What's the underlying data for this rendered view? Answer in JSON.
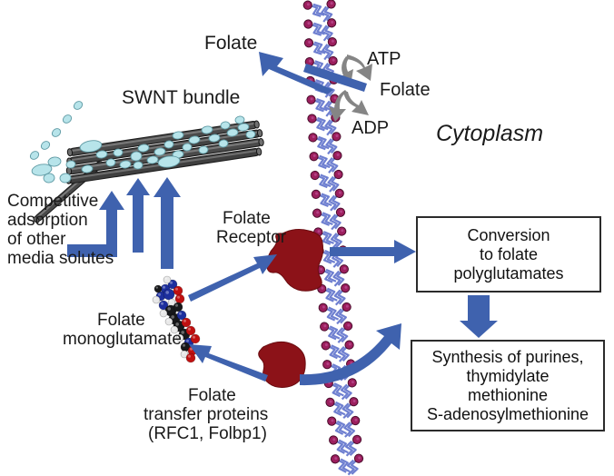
{
  "figure": {
    "title": "Folate uptake and SWNT competitive adsorption schematic",
    "background_color": "#ffffff",
    "colors": {
      "arrow_blue": "#3f62ae",
      "arrow_gray": "#858585",
      "receptor_maroon": "#8c1218",
      "membrane_head": "#9c1f5e",
      "membrane_tail": "#6e7fd0",
      "swnt_tube": "#4a4a4a",
      "swnt_adsorbate": "#b7e4ea",
      "text": "#1a1a1a",
      "box_border": "#2b2b2b"
    }
  },
  "labels": {
    "folate_efflux": "Folate",
    "swnt_bundle": "SWNT bundle",
    "atp": "ATP",
    "folate_pump": "Folate",
    "adp": "ADP",
    "cytoplasm": "Cytoplasm",
    "competitive_line1": "Competitive",
    "competitive_line2": "adsorption",
    "competitive_line3": "of other",
    "competitive_line4": "media solutes",
    "folate_receptor_line1": "Folate",
    "folate_receptor_line2": "Receptor",
    "folate_monoglutamate_line1": "Folate",
    "folate_monoglutamate_line2": "monoglutamate",
    "transfer_proteins_line1": "Folate",
    "transfer_proteins_line2": "transfer proteins",
    "transfer_proteins_line3": "(RFC1, Folbp1)"
  },
  "boxes": [
    {
      "id": "conversion-box",
      "lines": [
        "Conversion",
        "to folate",
        "polyglutamates"
      ]
    },
    {
      "id": "synthesis-box",
      "lines": [
        "Synthesis of purines,",
        "thymidylate",
        "methionine",
        "S-adenosylmethionine"
      ]
    }
  ],
  "icons": {
    "membrane": "phospholipid-bilayer-icon",
    "receptor_upper": "folate-receptor-protein-icon",
    "receptor_lower": "folate-transfer-protein-icon",
    "nanotube": "swnt-bundle-icon",
    "molecule": "folate-monoglutamate-molecule-icon",
    "atp_cycle": "atp-adp-cycle-icon"
  }
}
